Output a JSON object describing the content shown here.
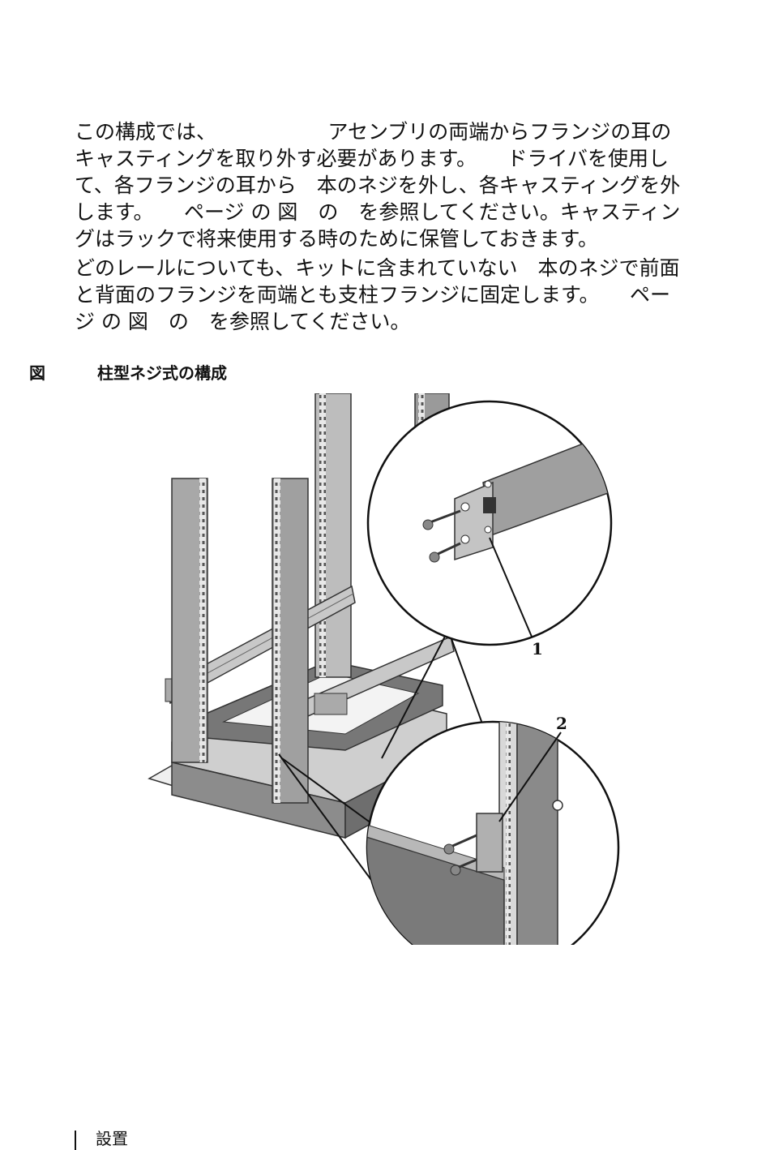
{
  "paragraphs": [
    {
      "lines": [
        "この構成では、　　　　　　アセンブリの両端からフランジの耳の",
        "キャスティングを取り外す必要があります。　　ドライバを使用し",
        "て、各フランジの耳から　本のネジを外し、各キャスティングを外",
        "します。　　ページ の 図　の　を参照してください。キャスティン",
        "グはラックで将来使用する時のために保管しておきます。"
      ]
    },
    {
      "lines": [
        "どのレールについても、キットに含まれていない　本のネジで前面",
        "と背面のフランジを両端とも支柱フランジに固定します。　　ペー",
        "ジ の 図　の　を参照してください。"
      ]
    }
  ],
  "figure": {
    "label": "図",
    "title": "柱型ネジ式の構成",
    "callouts": [
      "1",
      "2"
    ]
  },
  "footer": {
    "section": "設置"
  }
}
